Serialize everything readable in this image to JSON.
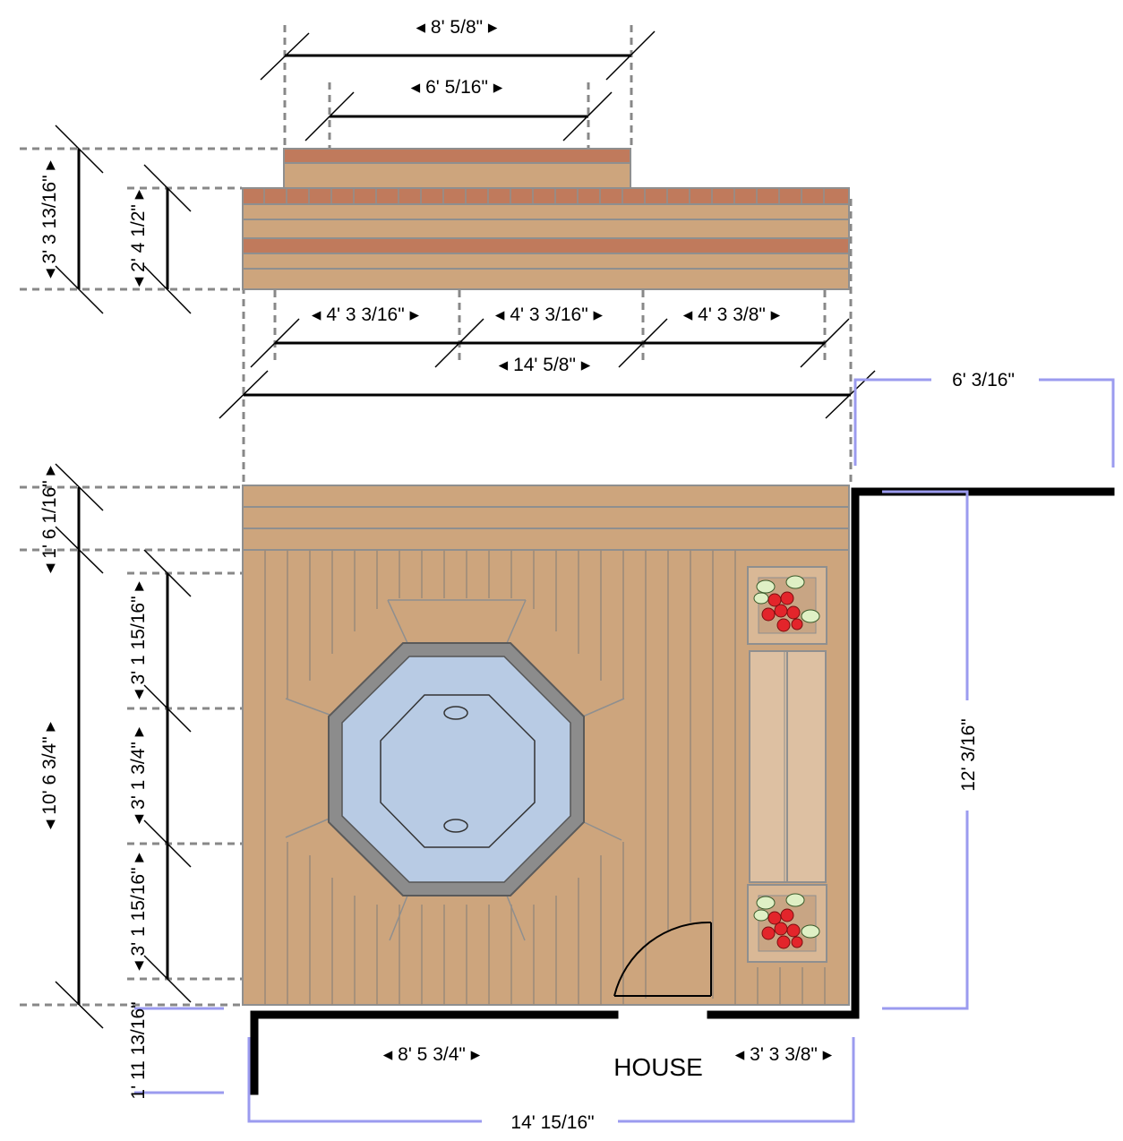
{
  "colors": {
    "deck": "#cda57d",
    "deck_stroke": "#8f8f8f",
    "stair_red": "#c07a5c",
    "wall": "#000000",
    "tub_water": "#b8cbe4",
    "tub_rim": "#8c8c8c",
    "dim_line": "#000000",
    "guide_dash": "#888888",
    "blue_dim": "#9b9bef",
    "bench": "#ddc0a2",
    "planter": "#d9b896",
    "flower": "#e3252b",
    "leaf": "#dff0c5"
  },
  "dimensions": {
    "stairs_top_width": "8' 5/8\"",
    "stairs_top_inner": "6' 5/16\"",
    "left_stairs_total_height": "3' 3 13/16\"",
    "left_stairs_inner_height": "2' 4 1/2\"",
    "stair_seg_1": "4' 3 3/16\"",
    "stair_seg_2": "4' 3 3/16\"",
    "stair_seg_3": "4' 3 3/8\"",
    "stairs_overall": "14' 5/8\"",
    "right_offset": "6' 3/16\"",
    "upper_step_height": "1' 6 1/16\"",
    "deck_total_height": "10' 6 3/4\"",
    "tub_seg_1": "3' 1 15/16\"",
    "tub_seg_2": "3' 1 3/4\"",
    "tub_seg_3": "3' 1 15/16\"",
    "right_side_height": "12' 3/16\"",
    "bottom_left_width": "8' 5 3/4\"",
    "bottom_right_width": "3' 3 3/8\"",
    "bottom_overall": "14' 15/16\"",
    "left_bottom_height": "1' 11 13/16\""
  },
  "labels": {
    "house": "HOUSE"
  }
}
